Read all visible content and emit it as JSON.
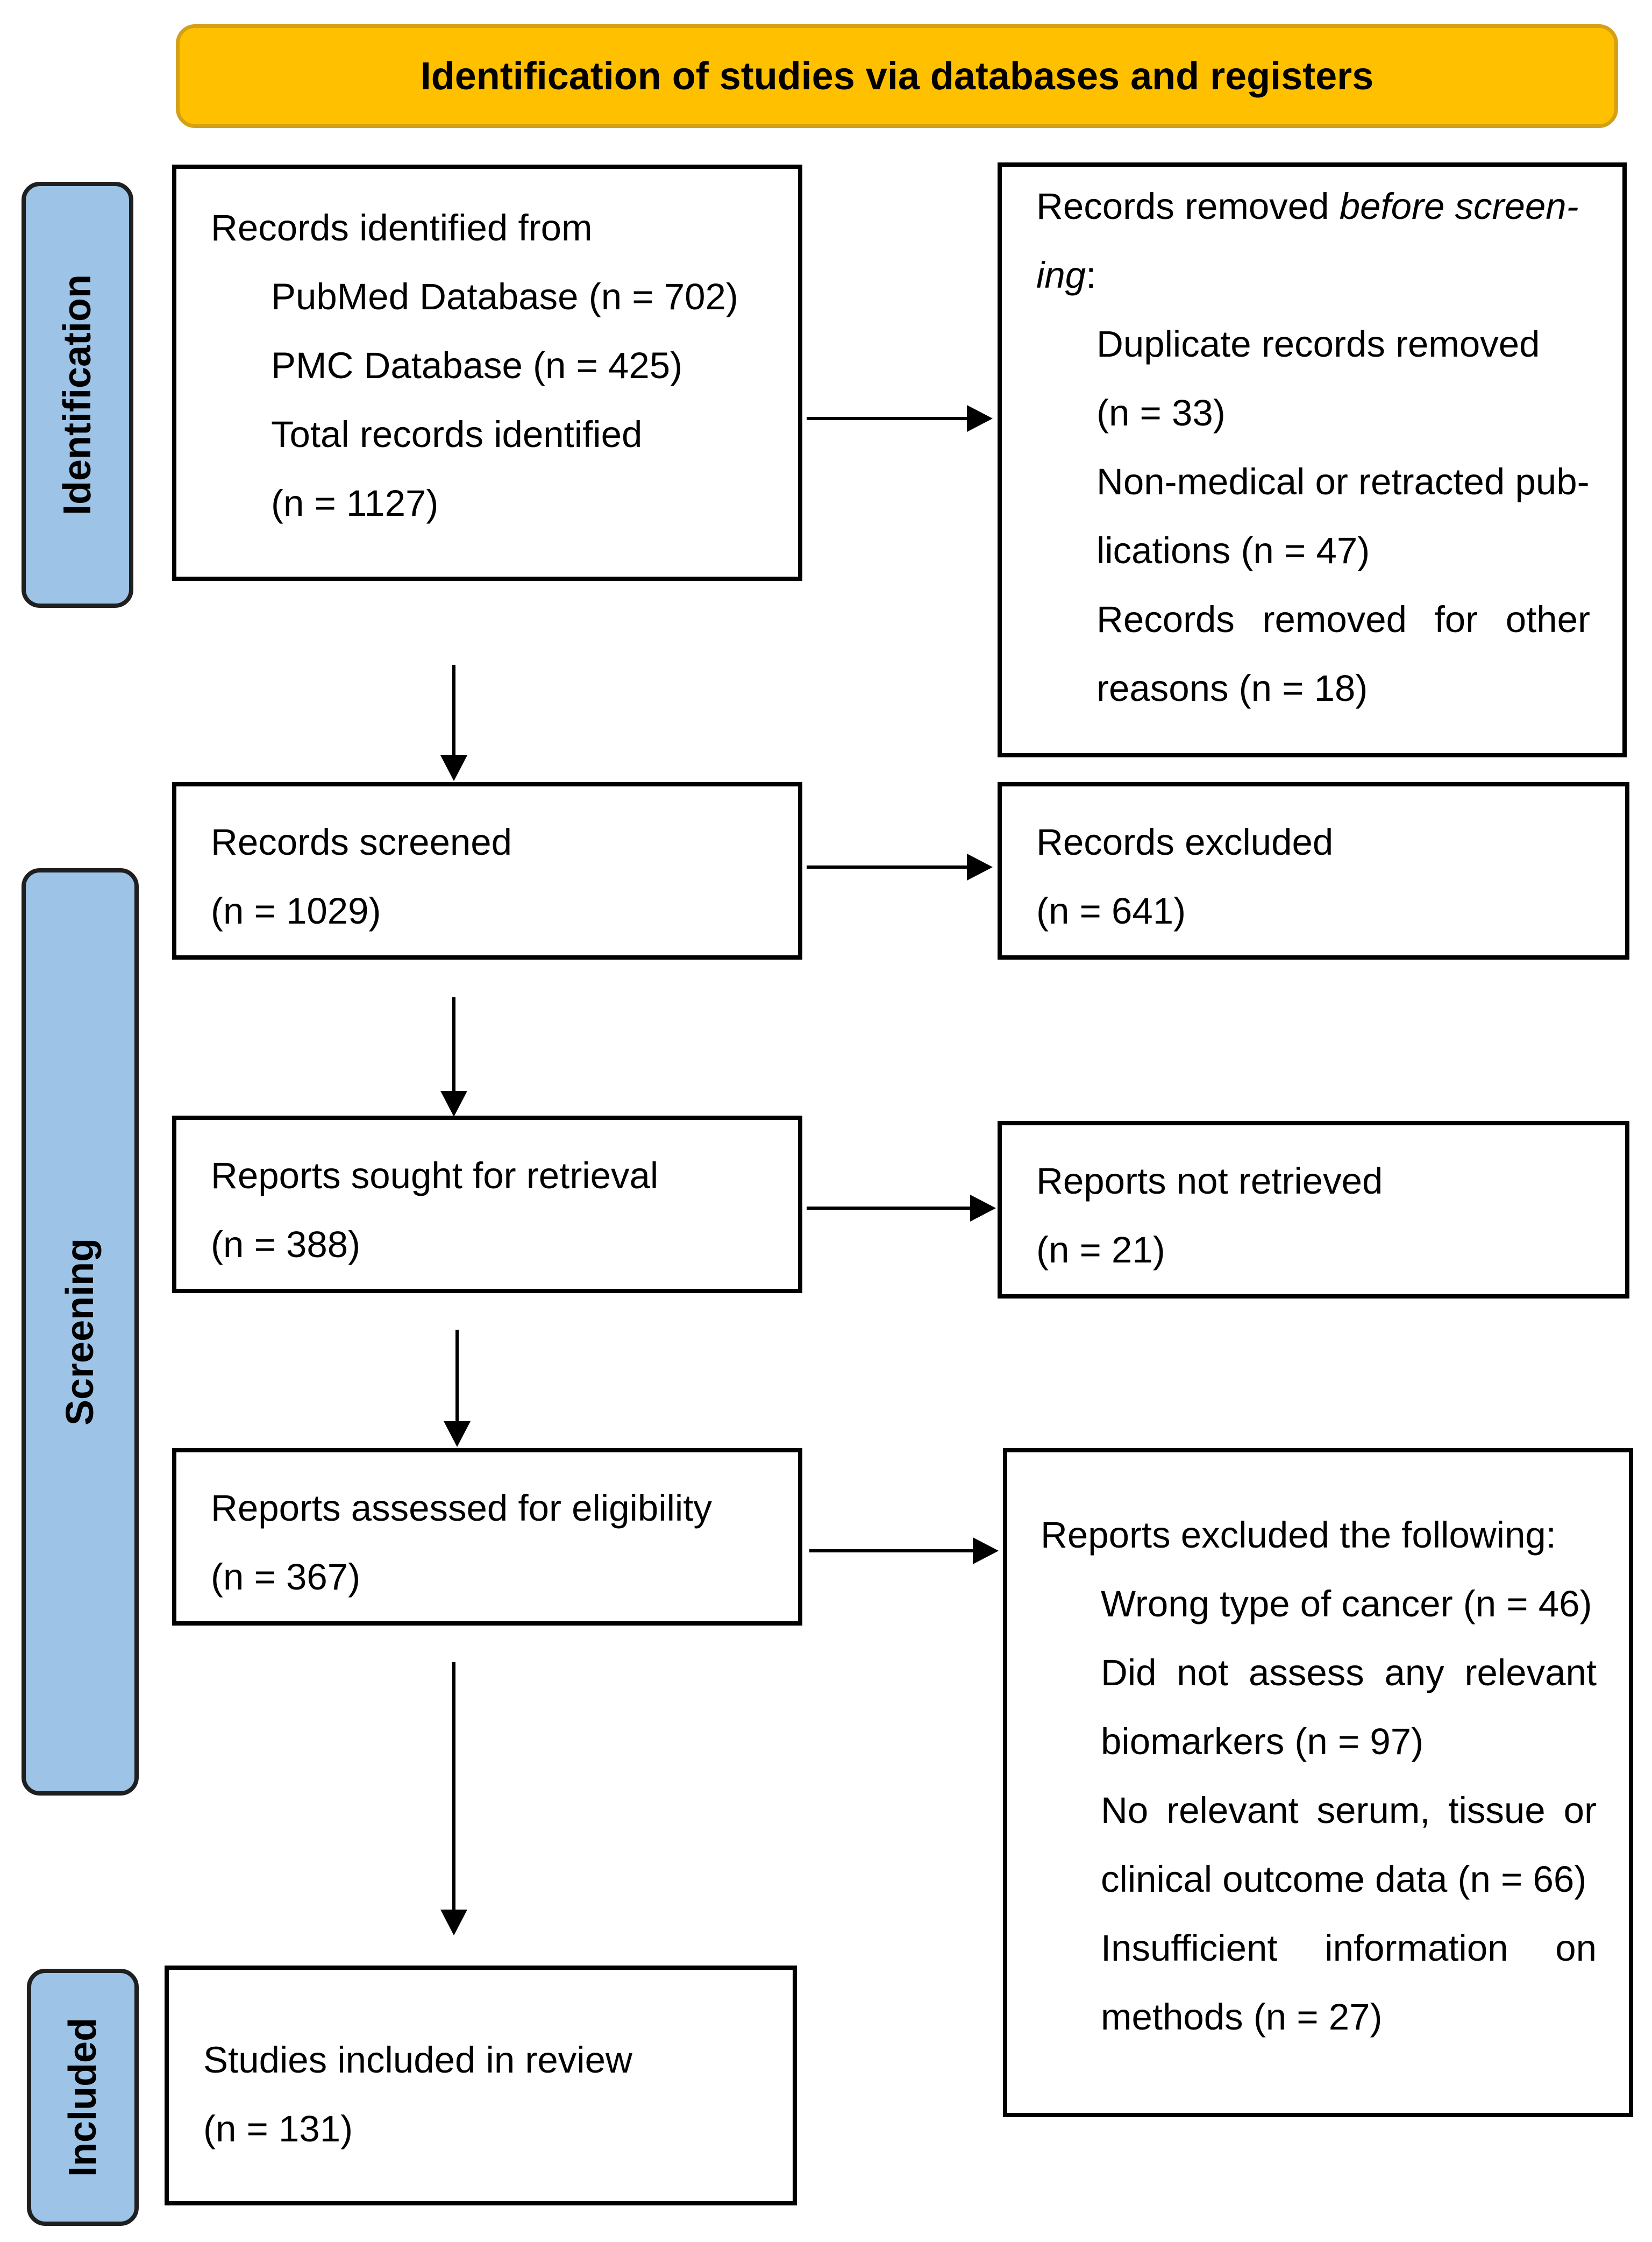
{
  "header": {
    "title": "Identification of studies via databases and registers"
  },
  "stages": {
    "identification": "Identification",
    "screening": "Screening",
    "included": "Included"
  },
  "identified": {
    "heading": "Records identified from",
    "pubmed": "PubMed Database (n = 702)",
    "pmc": "PMC Database (n = 425)",
    "total_label": "Total records identified",
    "total_count": "(n = 1127)"
  },
  "removed": {
    "heading_prefix": "Records removed ",
    "heading_italic_1": "before screen-",
    "heading_italic_2": "ing",
    "heading_suffix": ":",
    "duplicate_label": "Duplicate records removed",
    "duplicate_count": "(n = 33)",
    "nonmedical_1": "Non-medical or retracted pub-",
    "nonmedical_2": "lications (n = 47)",
    "other_1": "Records removed for other",
    "other_2": "reasons (n = 18)"
  },
  "screened": {
    "label": "Records screened",
    "count": "(n = 1029)"
  },
  "excluded": {
    "label": "Records excluded",
    "count": "(n = 641)"
  },
  "sought": {
    "label": "Reports sought for retrieval",
    "count": "(n = 388)"
  },
  "not_retrieved": {
    "label": "Reports not retrieved",
    "count": "(n = 21)"
  },
  "assessed": {
    "label": "Reports assessed for eligibility",
    "count": "(n = 367)"
  },
  "reports_excluded": {
    "heading": "Reports excluded the following:",
    "wrong_type": "Wrong type of cancer (n = 46)",
    "no_biomarkers_1": "Did not assess any relevant",
    "no_biomarkers_2": "biomarkers (n = 97)",
    "no_data_1": "No relevant serum, tissue or",
    "no_data_2": "clinical outcome data (n = 66)",
    "insufficient_1": "Insufficient information on",
    "insufficient_2": "methods (n = 27)"
  },
  "included": {
    "label": "Studies included in review",
    "count": "(n = 131)"
  }
}
